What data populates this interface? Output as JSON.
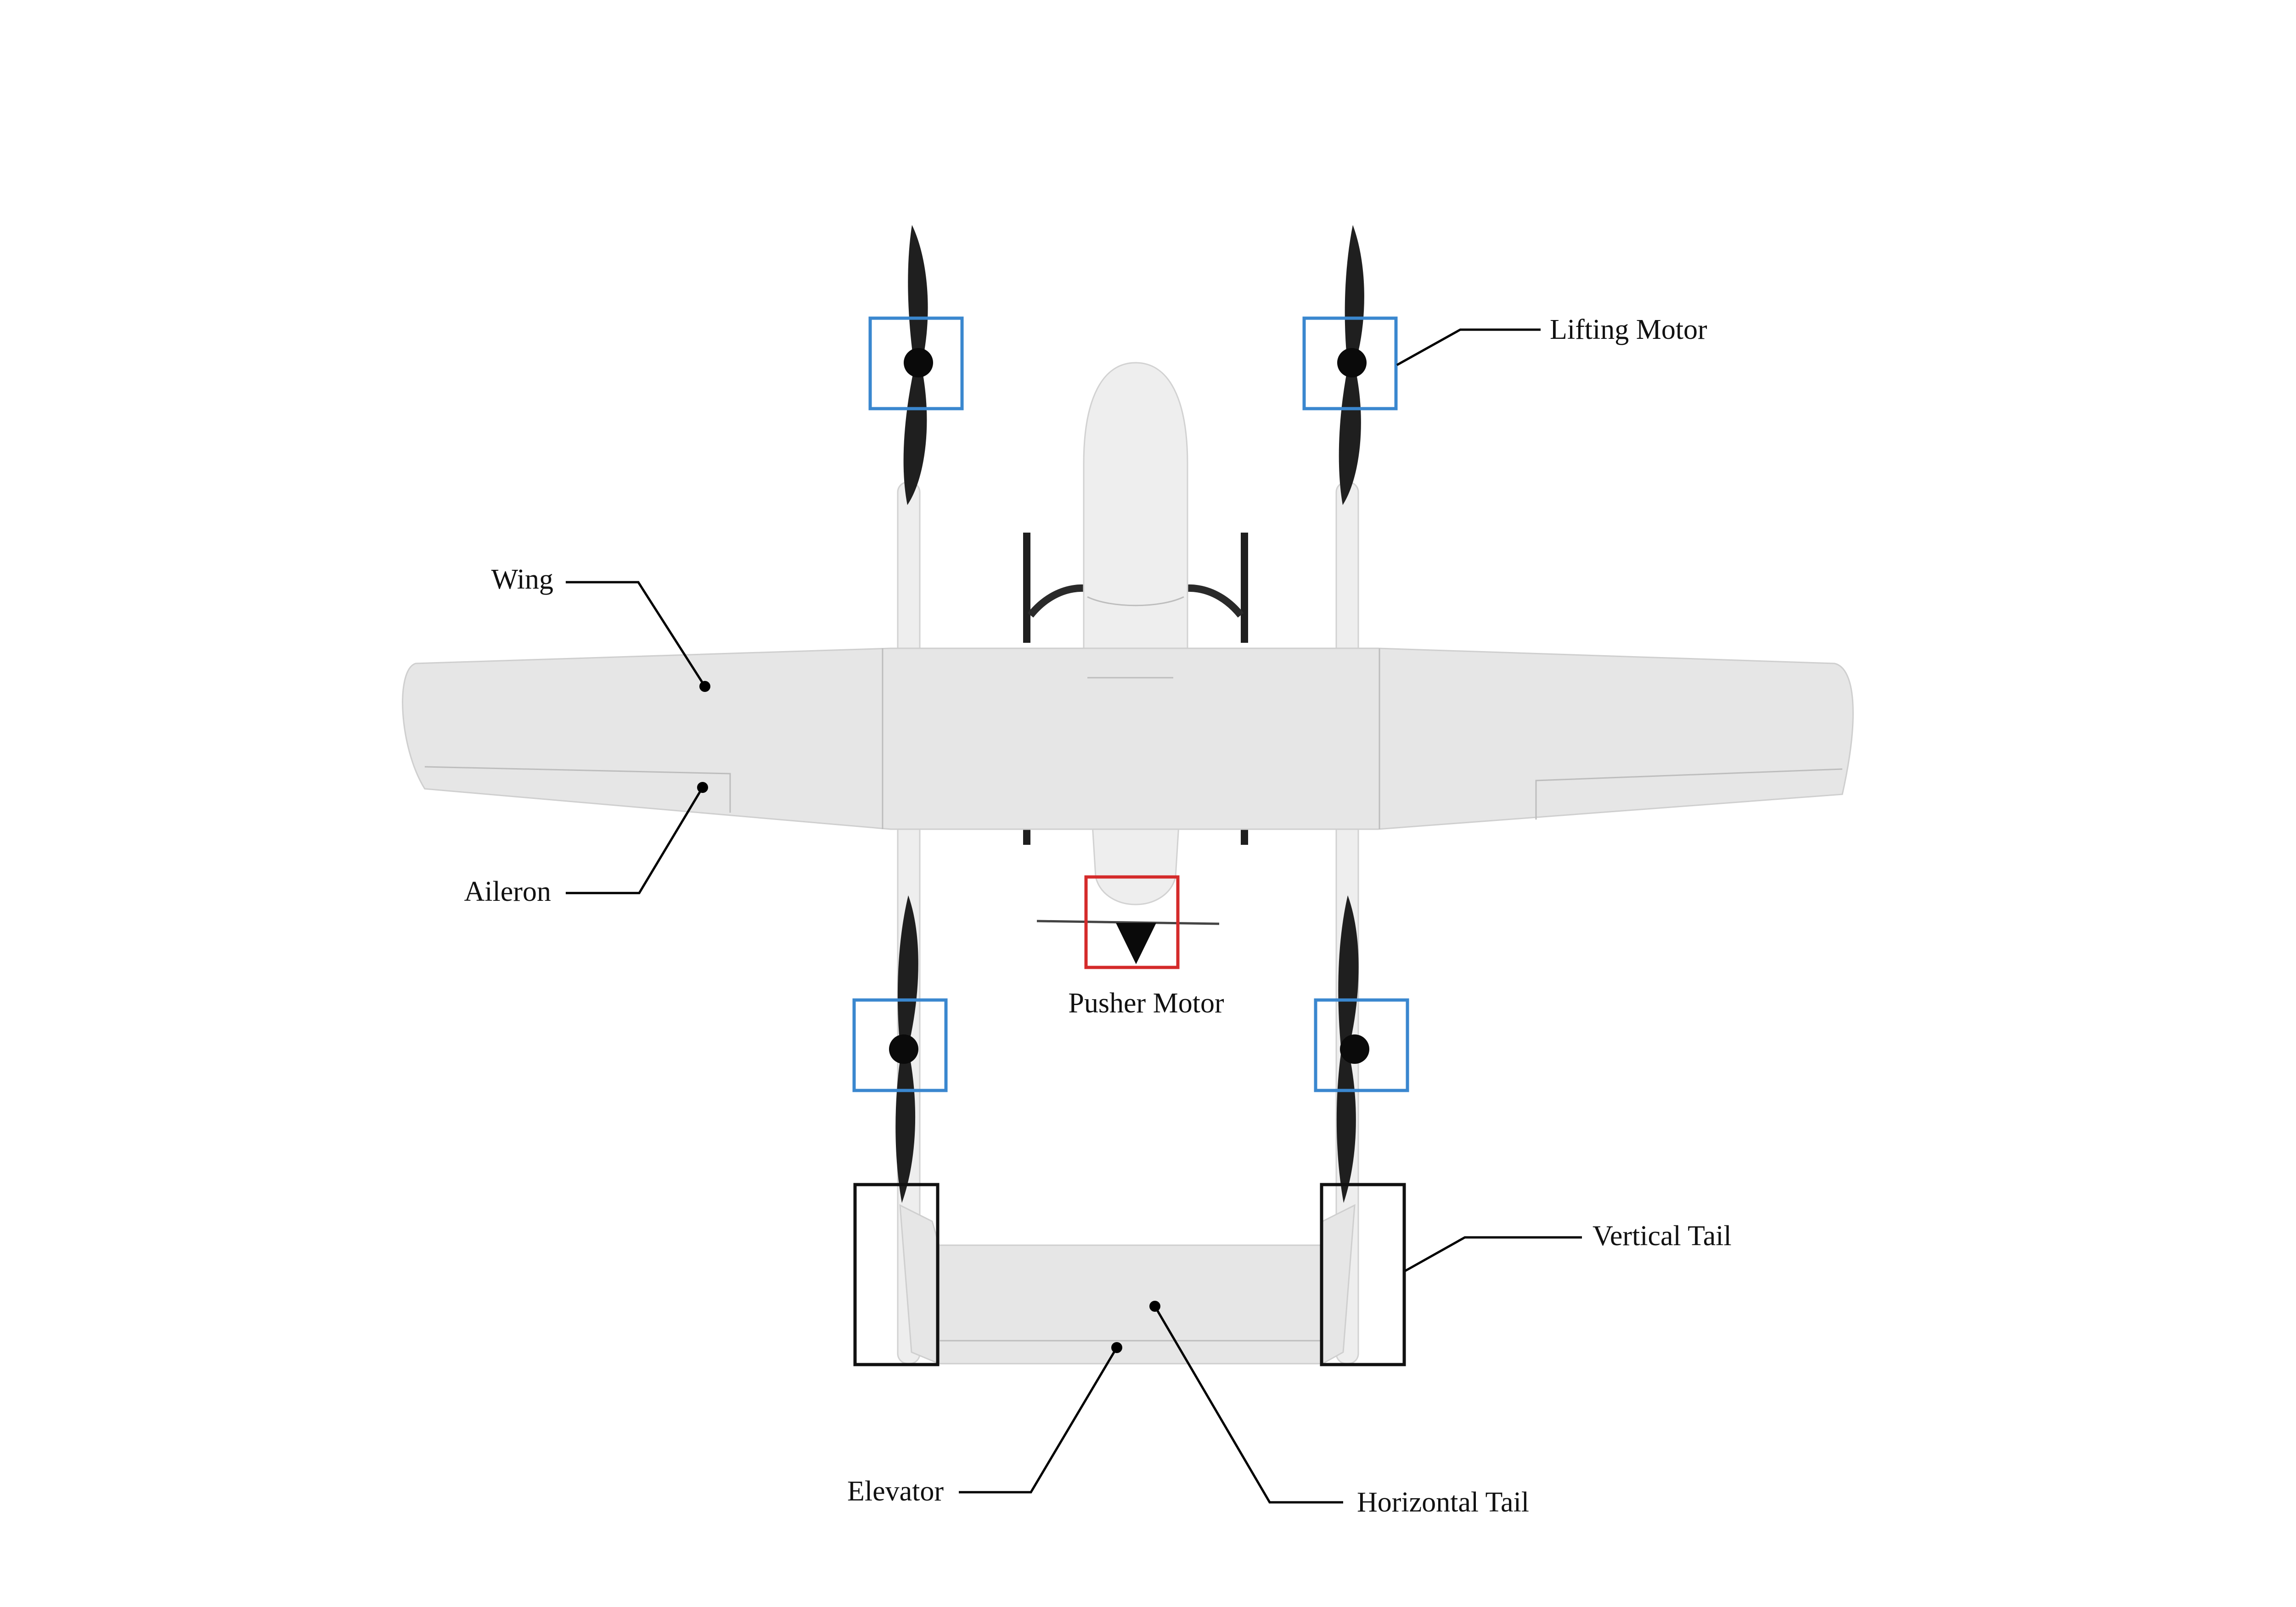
{
  "labels": {
    "lifting_motor": "Lifting Motor",
    "wing": "Wing",
    "aileron": "Aileron",
    "pusher_motor": "Pusher Motor",
    "vertical_tail": "Vertical Tail",
    "elevator": "Elevator",
    "horizontal_tail": "Horizontal Tail"
  },
  "colors": {
    "lifting_motor_box": "#3a87cf",
    "pusher_motor_box": "#d42a2a",
    "vertical_tail_box": "#111111",
    "airframe": "#e6e6e6",
    "propeller": "#1f1f1f"
  }
}
